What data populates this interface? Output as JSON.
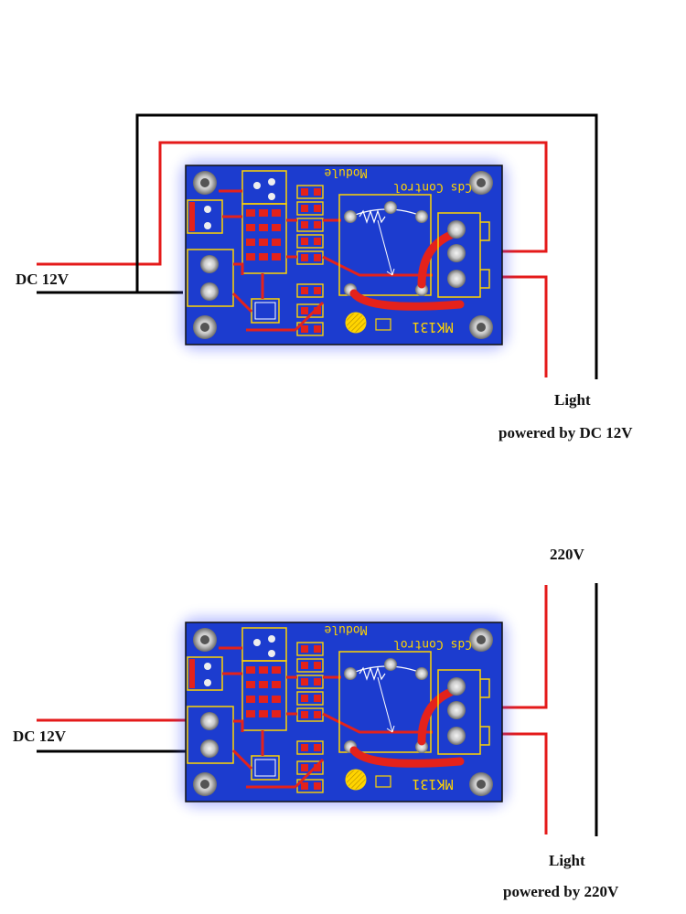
{
  "diagram_12v": {
    "input_label": "DC 12V",
    "output_label_1": "Light",
    "output_label_2": "powered by DC 12V",
    "pcb": {
      "silk_top": "Cds Control",
      "silk_module": "Module",
      "silk_model": "MK131"
    }
  },
  "diagram_220v": {
    "source_label": "220V",
    "input_label": "DC 12V",
    "output_label_1": "Light",
    "output_label_2": "powered by 220V",
    "pcb": {
      "silk_top": "Cds Control",
      "silk_module": "Module",
      "silk_model": "MK131"
    }
  },
  "colors": {
    "wire_positive": "#e41a1a",
    "wire_negative": "#000000",
    "pcb_board": "#1c3ccf",
    "pcb_trace": "#e4221b",
    "pcb_silk": "#ffd400"
  }
}
